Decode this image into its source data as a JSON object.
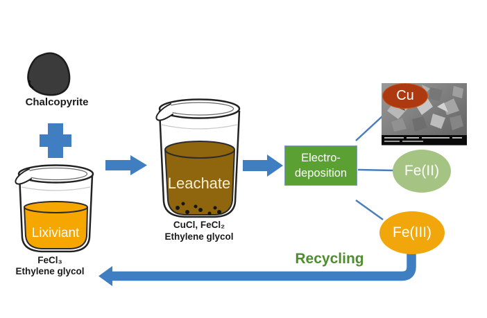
{
  "process": {
    "chalcopyrite": {
      "label": "Chalcopyrite"
    },
    "lixiviant": {
      "label": "Lixiviant",
      "composition": [
        "FeCl₃",
        "Ethylene glycol"
      ]
    },
    "leachate": {
      "label": "Leachate",
      "composition": [
        "CuCl, FeCl₂",
        "Ethylene glycol"
      ]
    },
    "electrodeposition": {
      "label_line1": "Electro-",
      "label_line2": "deposition"
    },
    "products": {
      "cu": {
        "label": "Cu"
      },
      "fe2": {
        "label": "Fe(II)"
      },
      "fe3": {
        "label": "Fe(III)"
      }
    },
    "recycling": {
      "label": "Recycling"
    }
  },
  "icons": {
    "plus": "plus-icon",
    "mix_arrow": "right-arrow-icon",
    "feed_arrow": "right-arrow-icon",
    "recycle_arrow": "left-elbow-arrow-icon"
  },
  "colors": {
    "arrow_blue": "#3E7EC1",
    "connector_blue": "#4A7EBB",
    "electrodeposition_green": "#5BA033",
    "recycling_text_green": "#4E8D2E",
    "lixiviant_orange": "#F5A700",
    "leachate_brown": "#8F650D",
    "cu_red": "#AC390F",
    "fe2_green": "#A5C483",
    "fe3_orange": "#F1A70C",
    "rock_gray": "#3B3B3B"
  }
}
